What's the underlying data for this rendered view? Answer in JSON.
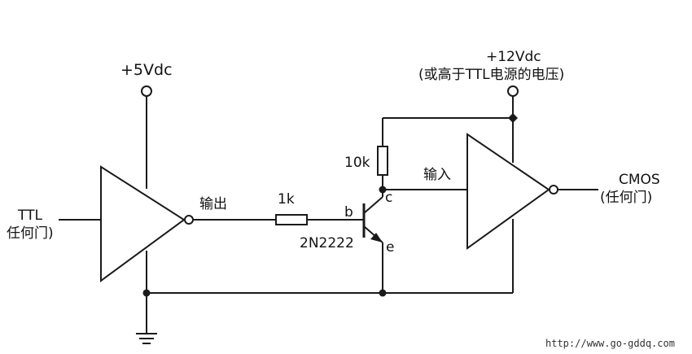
{
  "labels": {
    "ttl_line1": "TTL",
    "ttl_line2": "任何门)",
    "v5": "+5Vdc",
    "output_cn": "输出",
    "r1": "1k",
    "transistor": "2N2222",
    "pin_b": "b",
    "pin_c": "c",
    "pin_e": "e",
    "r2": "10k",
    "input_cn": "输入",
    "v12": "+12Vdc",
    "v12_note": "(或高于TTL电源的电压)",
    "cmos_line1": "CMOS",
    "cmos_line2": "(任何门)"
  },
  "watermark": "http://www.go-gddq.com"
}
